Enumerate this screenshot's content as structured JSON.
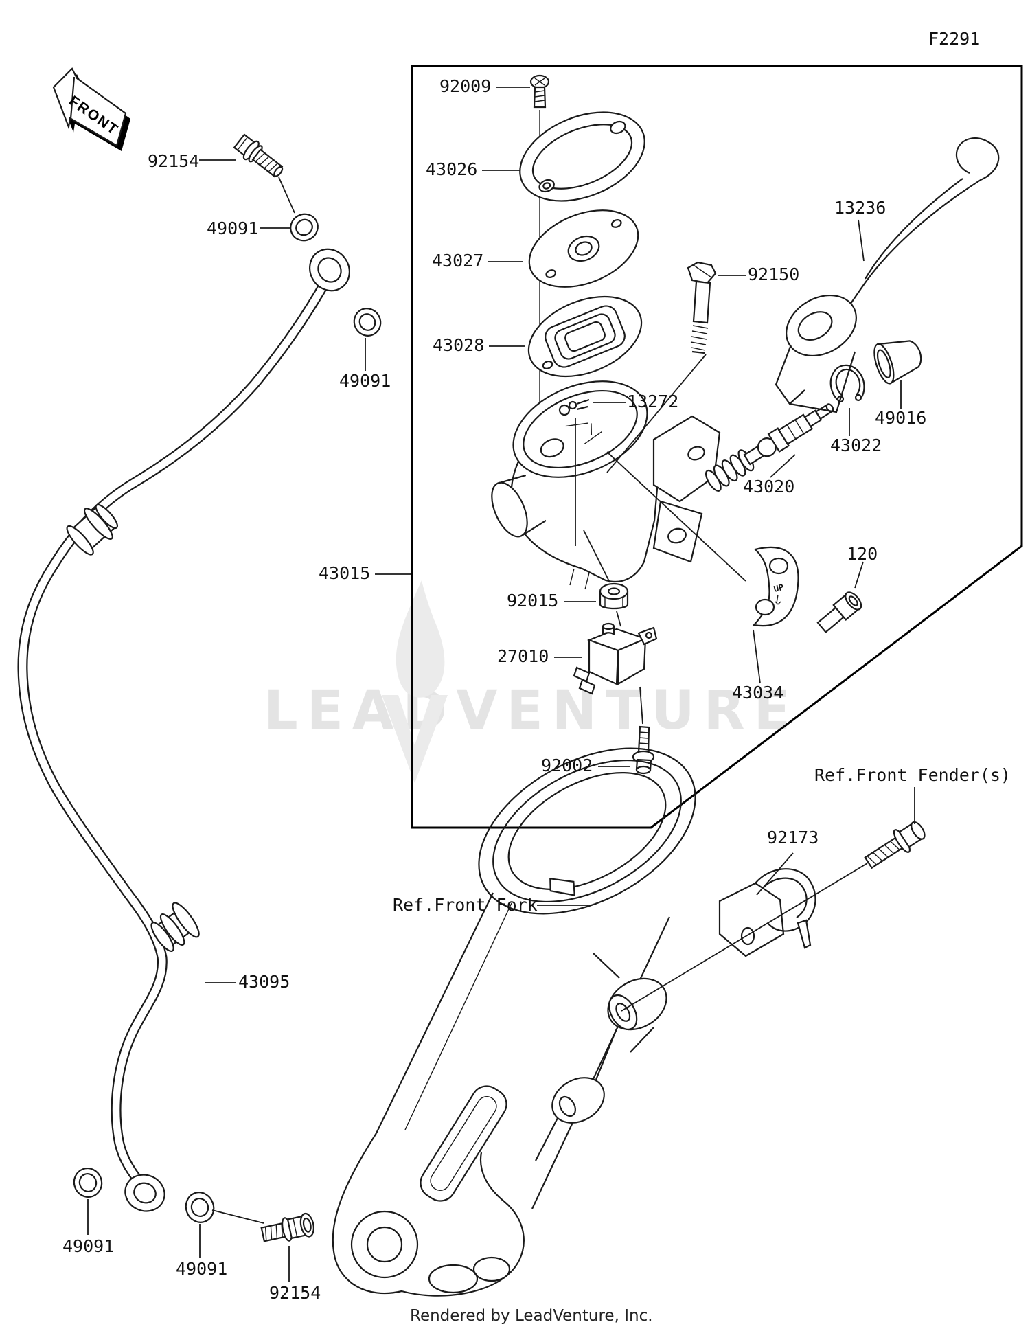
{
  "labels": {
    "fig": "F2291",
    "front": "FRONT",
    "up_marking": "UP",
    "l92009": "92009",
    "l43026": "43026",
    "l43027": "43027",
    "l43028": "43028",
    "l13272": "13272",
    "l13236": "13236",
    "l92150": "92150",
    "l49016": "49016",
    "l43022": "43022",
    "l43020": "43020",
    "l43015": "43015",
    "l92015": "92015",
    "l120": "120",
    "l27010": "27010",
    "l43034": "43034",
    "l92002": "92002",
    "l92173": "92173",
    "l43095": "43095",
    "l49091_a": "49091",
    "l49091_b": "49091",
    "l49091_c": "49091",
    "l49091_d": "49091",
    "l92154_a": "92154",
    "l92154_b": "92154",
    "ref_fender": "Ref.Front Fender(s)",
    "ref_fork": "Ref.Front Fork",
    "watermark": "LEADVENTURE",
    "footer": "Rendered by LeadVenture, Inc."
  }
}
